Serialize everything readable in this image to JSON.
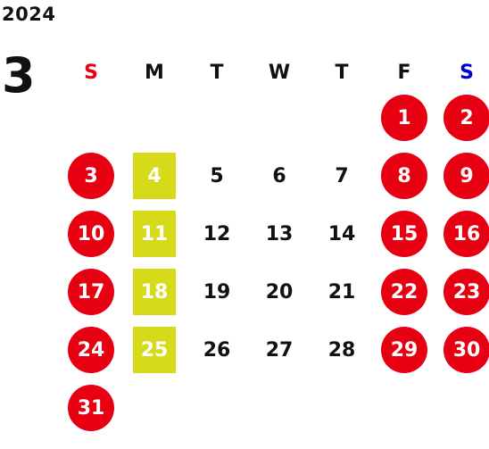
{
  "year": "2024",
  "month": "3",
  "weekdays": [
    "S",
    "M",
    "T",
    "W",
    "T",
    "F",
    "S"
  ],
  "colors": {
    "holiday": "#e60012",
    "highlight": "#d5db18",
    "sunday_header": "#e60012",
    "saturday_header": "#0000cc"
  },
  "weeks": [
    [
      {
        "day": "",
        "style": "empty"
      },
      {
        "day": "",
        "style": "empty"
      },
      {
        "day": "",
        "style": "empty"
      },
      {
        "day": "",
        "style": "empty"
      },
      {
        "day": "",
        "style": "empty"
      },
      {
        "day": "1",
        "style": "holiday"
      },
      {
        "day": "2",
        "style": "holiday"
      }
    ],
    [
      {
        "day": "3",
        "style": "holiday"
      },
      {
        "day": "4",
        "style": "highlight"
      },
      {
        "day": "5",
        "style": "plain"
      },
      {
        "day": "6",
        "style": "plain"
      },
      {
        "day": "7",
        "style": "plain"
      },
      {
        "day": "8",
        "style": "holiday"
      },
      {
        "day": "9",
        "style": "holiday"
      }
    ],
    [
      {
        "day": "10",
        "style": "holiday"
      },
      {
        "day": "11",
        "style": "highlight"
      },
      {
        "day": "12",
        "style": "plain"
      },
      {
        "day": "13",
        "style": "plain"
      },
      {
        "day": "14",
        "style": "plain"
      },
      {
        "day": "15",
        "style": "holiday"
      },
      {
        "day": "16",
        "style": "holiday"
      }
    ],
    [
      {
        "day": "17",
        "style": "holiday"
      },
      {
        "day": "18",
        "style": "highlight"
      },
      {
        "day": "19",
        "style": "plain"
      },
      {
        "day": "20",
        "style": "plain"
      },
      {
        "day": "21",
        "style": "plain"
      },
      {
        "day": "22",
        "style": "holiday"
      },
      {
        "day": "23",
        "style": "holiday"
      }
    ],
    [
      {
        "day": "24",
        "style": "holiday"
      },
      {
        "day": "25",
        "style": "highlight"
      },
      {
        "day": "26",
        "style": "plain"
      },
      {
        "day": "27",
        "style": "plain"
      },
      {
        "day": "28",
        "style": "plain"
      },
      {
        "day": "29",
        "style": "holiday"
      },
      {
        "day": "30",
        "style": "holiday"
      }
    ],
    [
      {
        "day": "31",
        "style": "holiday"
      },
      {
        "day": "",
        "style": "empty"
      },
      {
        "day": "",
        "style": "empty"
      },
      {
        "day": "",
        "style": "empty"
      },
      {
        "day": "",
        "style": "empty"
      },
      {
        "day": "",
        "style": "empty"
      },
      {
        "day": "",
        "style": "empty"
      }
    ]
  ]
}
